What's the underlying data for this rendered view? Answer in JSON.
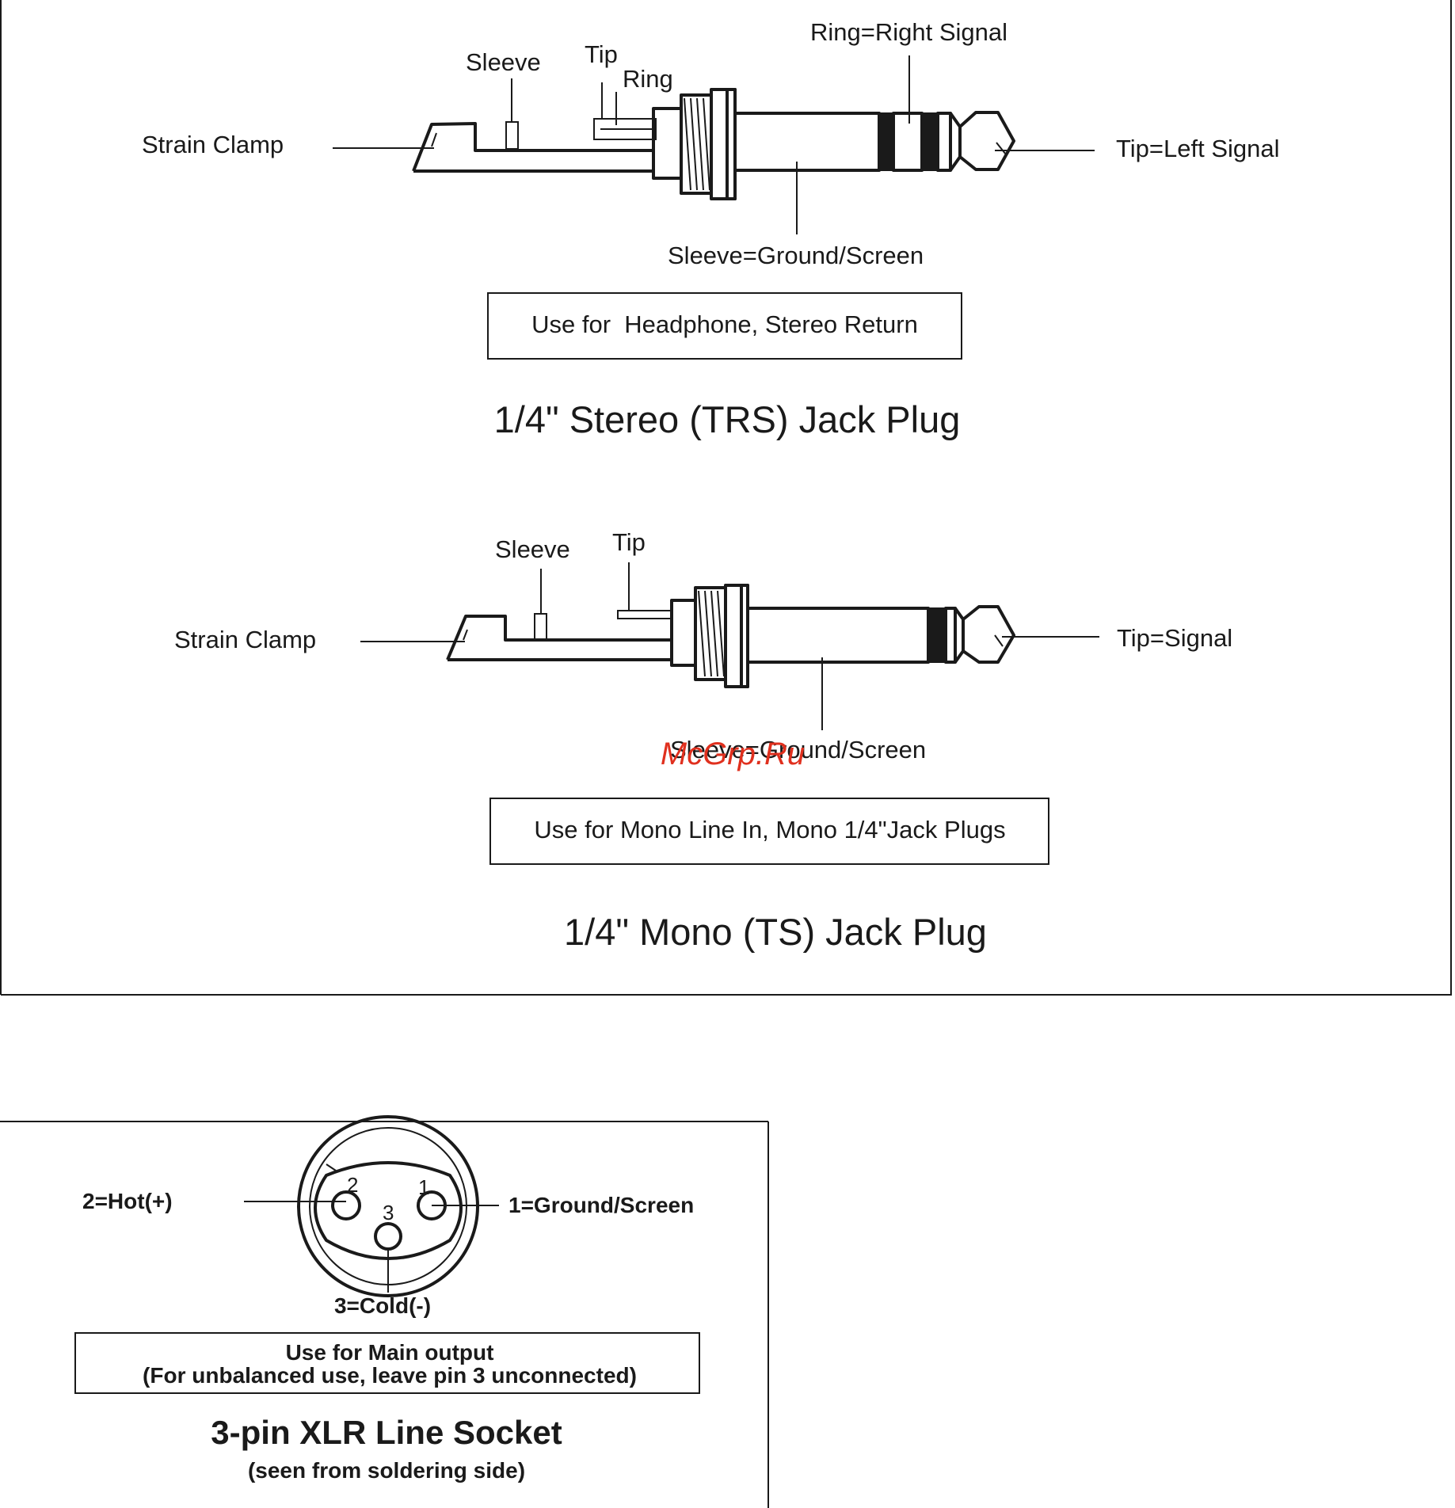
{
  "trs": {
    "labels": {
      "strain_clamp": "Strain Clamp",
      "sleeve": "Sleeve",
      "tip": "Tip",
      "ring": "Ring",
      "ring_right": "Ring=Right Signal",
      "tip_left": "Tip=Left Signal",
      "sleeve_ground": "Sleeve=Ground/Screen"
    },
    "usage": "Use for  Headphone, Stereo Return",
    "title": "1/4\" Stereo (TRS) Jack Plug"
  },
  "ts": {
    "labels": {
      "strain_clamp": "Strain Clamp",
      "sleeve": "Sleeve",
      "tip": "Tip",
      "tip_signal": "Tip=Signal",
      "sleeve_ground": "Sleeve=Ground/Screen"
    },
    "usage": "Use for Mono Line In, Mono 1/4\"Jack Plugs",
    "title": "1/4\" Mono (TS) Jack Plug"
  },
  "xlr": {
    "labels": {
      "pin2": "2=Hot(+)",
      "pin1": "1=Ground/Screen",
      "pin3": "3=Cold(-)",
      "num1": "1",
      "num2": "2",
      "num3": "3"
    },
    "usage_line1": "Use for Main output",
    "usage_line2": "(For unbalanced use, leave pin 3 unconnected)",
    "title": "3-pin XLR Line Socket",
    "subtitle": "(seen from soldering side)"
  },
  "watermark": "McGrp.Ru"
}
